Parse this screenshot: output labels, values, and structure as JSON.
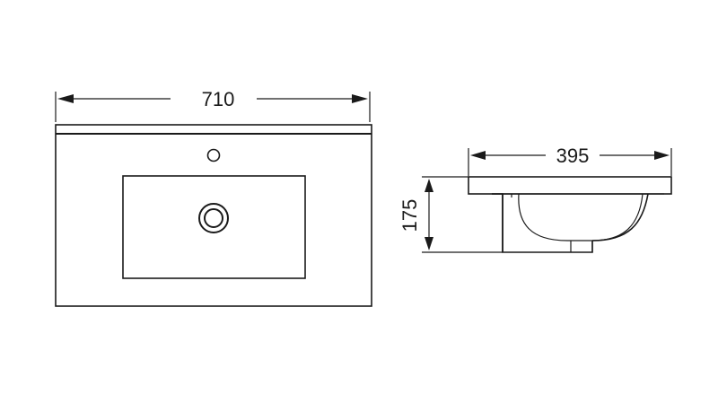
{
  "dimensions": {
    "width": "710",
    "depth": "395",
    "height": "175"
  }
}
